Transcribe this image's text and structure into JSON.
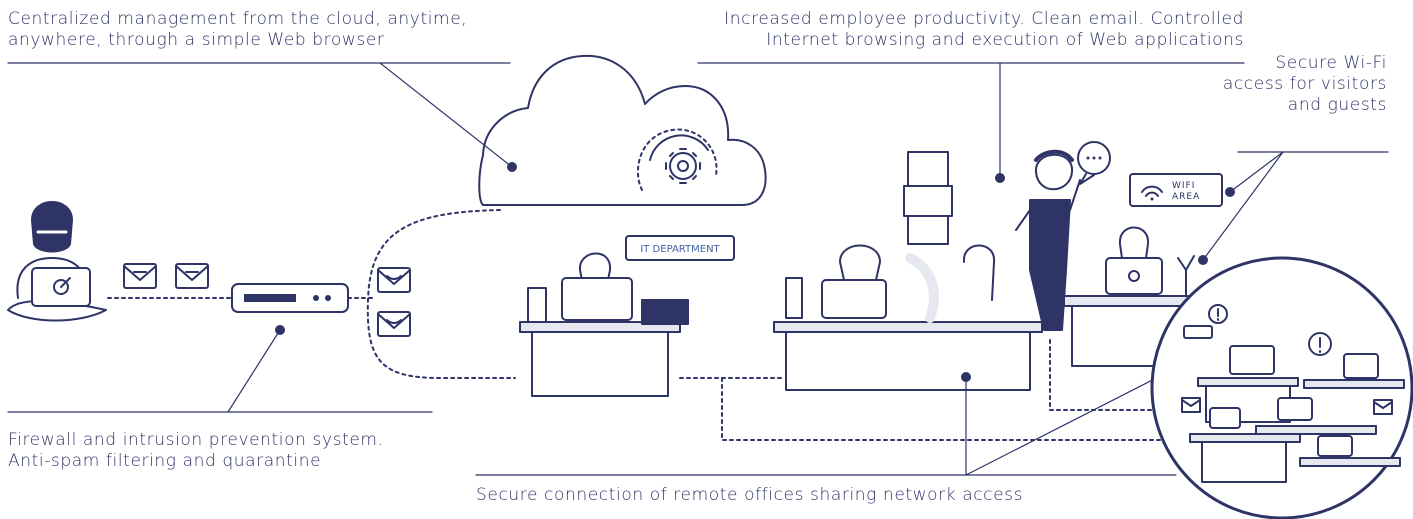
{
  "colors": {
    "navy": "#2e3466",
    "light": "#e6e8ef",
    "accent": "#3f5fa8"
  },
  "captions": {
    "cloud": "Centralized management from the cloud, anytime,\nanywhere, through a simple Web browser",
    "productivity": "Increased employee productivity. Clean email. Controlled\nInternet browsing and execution of Web applications",
    "wifi": "Secure Wi-Fi\naccess for visitors\nand guests",
    "firewall": "Firewall and intrusion prevention system.\nAnti-spam filtering and quarantine",
    "remote": "Secure connection of remote offices sharing network access"
  },
  "signs": {
    "it_department": "IT DEPARTMENT",
    "wifi_line1": "WIFI",
    "wifi_line2": "AREA"
  },
  "icons": [
    "gear-icon",
    "wifi-icon",
    "envelope-icon",
    "cloud-icon",
    "speech-bubble-icon",
    "alert-icon"
  ]
}
